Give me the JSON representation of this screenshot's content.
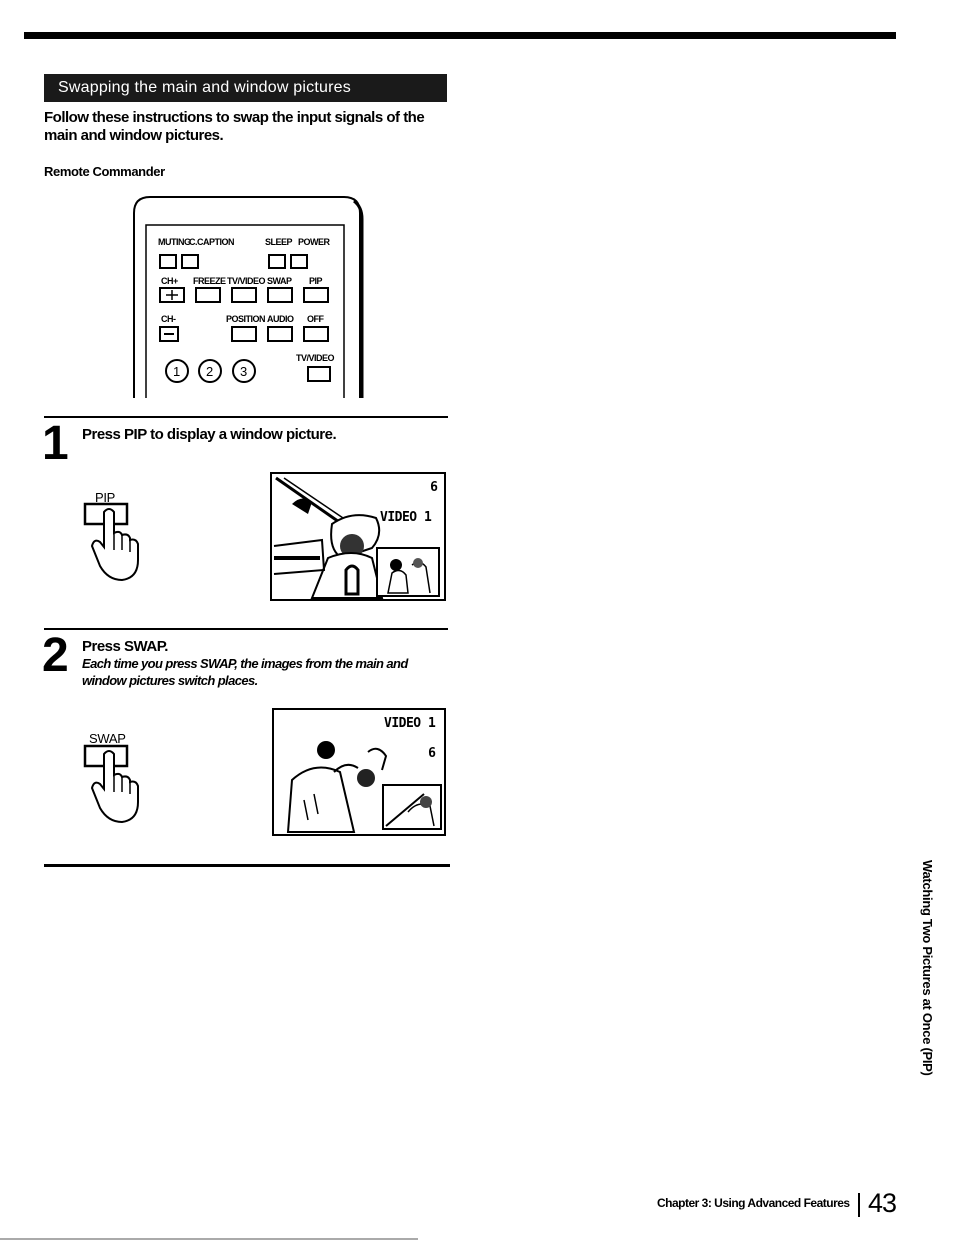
{
  "section": {
    "title": "Swapping the main and window pictures",
    "intro": "Follow these instructions to swap the input signals of the main and window pictures.",
    "remote_label": "Remote Commander"
  },
  "remote": {
    "row1": {
      "muting": "MUTING",
      "caption": "C.CAPTION",
      "sleep": "SLEEP",
      "power": "POWER"
    },
    "row2": {
      "ch_plus": "CH+",
      "freeze": "FREEZE",
      "tvvideo": "TV/VIDEO",
      "swap": "SWAP",
      "pip": "PIP"
    },
    "row3": {
      "ch_minus": "CH-",
      "position": "POSITION",
      "audio": "AUDIO",
      "off": "OFF"
    },
    "row4": {
      "n1": "1",
      "n2": "2",
      "n3": "3",
      "tvvideo": "TV/VIDEO"
    }
  },
  "steps": [
    {
      "number": "1",
      "text": "Press PIP to display a window picture.",
      "button_label": "PIP",
      "screen": {
        "channel": "6",
        "window_label": "VIDEO 1"
      }
    },
    {
      "number": "2",
      "text": "Press SWAP.",
      "note": "Each time you press SWAP, the images from the main and window pictures switch places.",
      "button_label": "SWAP",
      "screen": {
        "window_label": "VIDEO 1",
        "channel": "6"
      }
    }
  ],
  "side_tab": "Watching Two Pictures at Once (PIP)",
  "footer": {
    "chapter": "Chapter 3: Using Advanced Features",
    "page": "43"
  }
}
